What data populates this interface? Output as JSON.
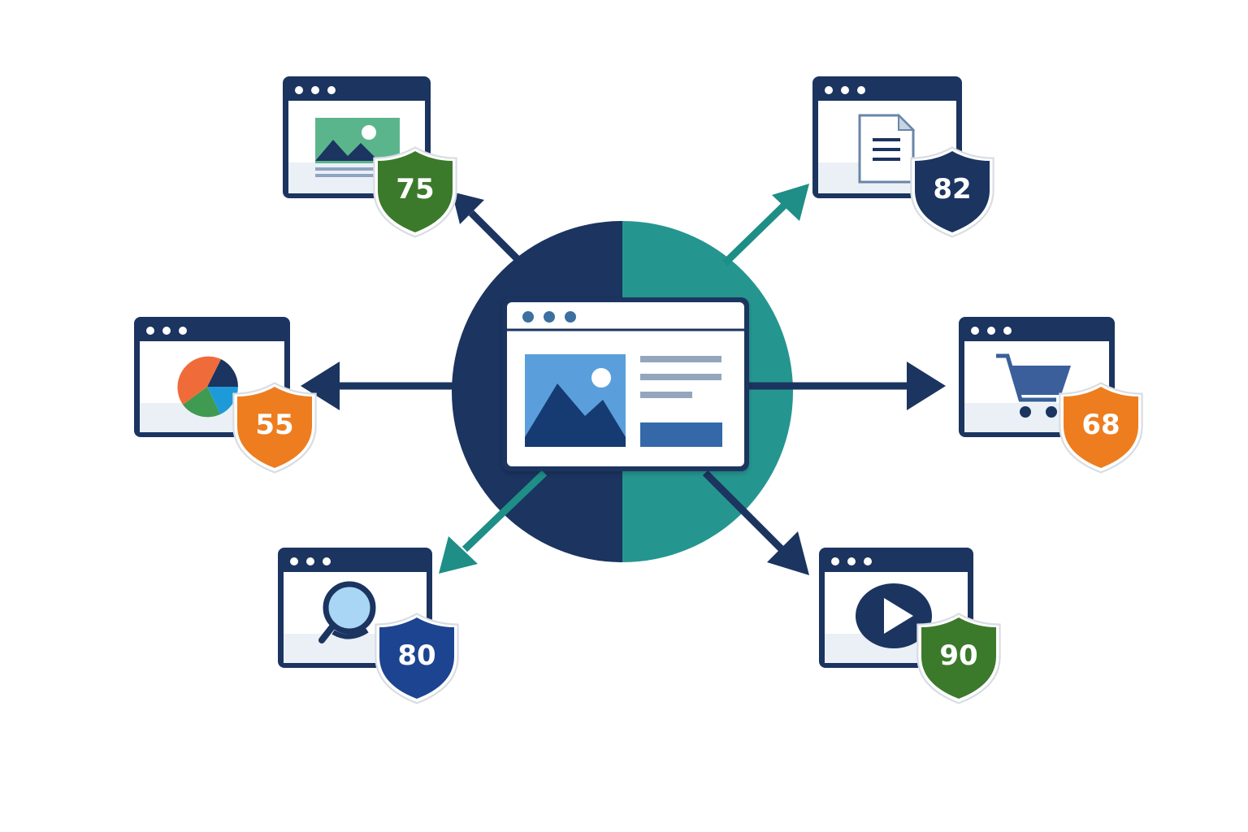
{
  "colors": {
    "navy": "#1b3460",
    "teal": "#25968f",
    "teal_arrow": "#1e8e86",
    "green_badge": "#3b7a2a",
    "orange_badge": "#ee7d1f",
    "blue_badge": "#1d4490",
    "navy_badge": "#1b3460"
  },
  "hub": {
    "icon": "central-webpage-icon",
    "split_colors": [
      "#1b3460",
      "#25968f"
    ]
  },
  "nodes": [
    {
      "id": "image",
      "icon": "image-icon",
      "score": "75",
      "badge_color": "#3b7a2a"
    },
    {
      "id": "document",
      "icon": "document-icon",
      "score": "82",
      "badge_color": "#1b3460"
    },
    {
      "id": "chart",
      "icon": "pie-chart-icon",
      "score": "55",
      "badge_color": "#ee7d1f"
    },
    {
      "id": "cart",
      "icon": "shopping-cart-icon",
      "score": "68",
      "badge_color": "#ee7d1f"
    },
    {
      "id": "search",
      "icon": "search-icon",
      "score": "80",
      "badge_color": "#1d4490"
    },
    {
      "id": "video",
      "icon": "play-video-icon",
      "score": "90",
      "badge_color": "#3b7a2a"
    }
  ]
}
